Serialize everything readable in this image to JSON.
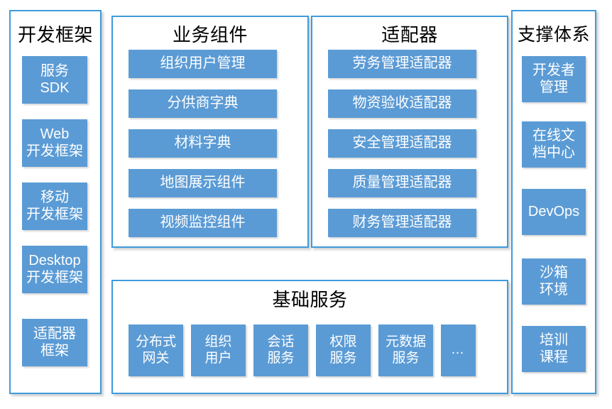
{
  "diagram": {
    "title_color": "#000000",
    "panel_border_color": "#3f9bdc",
    "chip_fill_color": "#5b9bd5",
    "chip_text_color": "#ffffff",
    "background_color": "#ffffff"
  },
  "panels": {
    "dev_framework": {
      "title": "开发框架",
      "items": [
        {
          "line1": "服务",
          "line2": "SDK"
        },
        {
          "line1": "Web",
          "line2": "开发框架"
        },
        {
          "line1": "移动",
          "line2": "开发框架"
        },
        {
          "line1": "Desktop",
          "line2": "开发框架"
        },
        {
          "line1": "适配器",
          "line2": "框架"
        }
      ]
    },
    "business_components": {
      "title": "业务组件",
      "items": [
        {
          "line1": "组织用户管理"
        },
        {
          "line1": "分供商字典"
        },
        {
          "line1": "材料字典"
        },
        {
          "line1": "地图展示组件"
        },
        {
          "line1": "视频监控组件"
        }
      ]
    },
    "adapters": {
      "title": "适配器",
      "items": [
        {
          "line1": "劳务管理适配器"
        },
        {
          "line1": "物资验收适配器"
        },
        {
          "line1": "安全管理适配器"
        },
        {
          "line1": "质量管理适配器"
        },
        {
          "line1": "财务管理适配器"
        }
      ]
    },
    "support_system": {
      "title": "支撑体系",
      "items": [
        {
          "line1": "开发者",
          "line2": "管理"
        },
        {
          "line1": "在线文",
          "line2": "档中心"
        },
        {
          "line1": "DevOps",
          "line2": ""
        },
        {
          "line1": "沙箱",
          "line2": "环境"
        },
        {
          "line1": "培训",
          "line2": "课程"
        }
      ]
    },
    "base_services": {
      "title": "基础服务",
      "items": [
        {
          "line1": "分布式",
          "line2": "网关"
        },
        {
          "line1": "组织",
          "line2": "用户"
        },
        {
          "line1": "会话",
          "line2": "服务"
        },
        {
          "line1": "权限",
          "line2": "服务"
        },
        {
          "line1": "元数据",
          "line2": "服务"
        },
        {
          "line1": "…",
          "line2": ""
        }
      ]
    }
  }
}
